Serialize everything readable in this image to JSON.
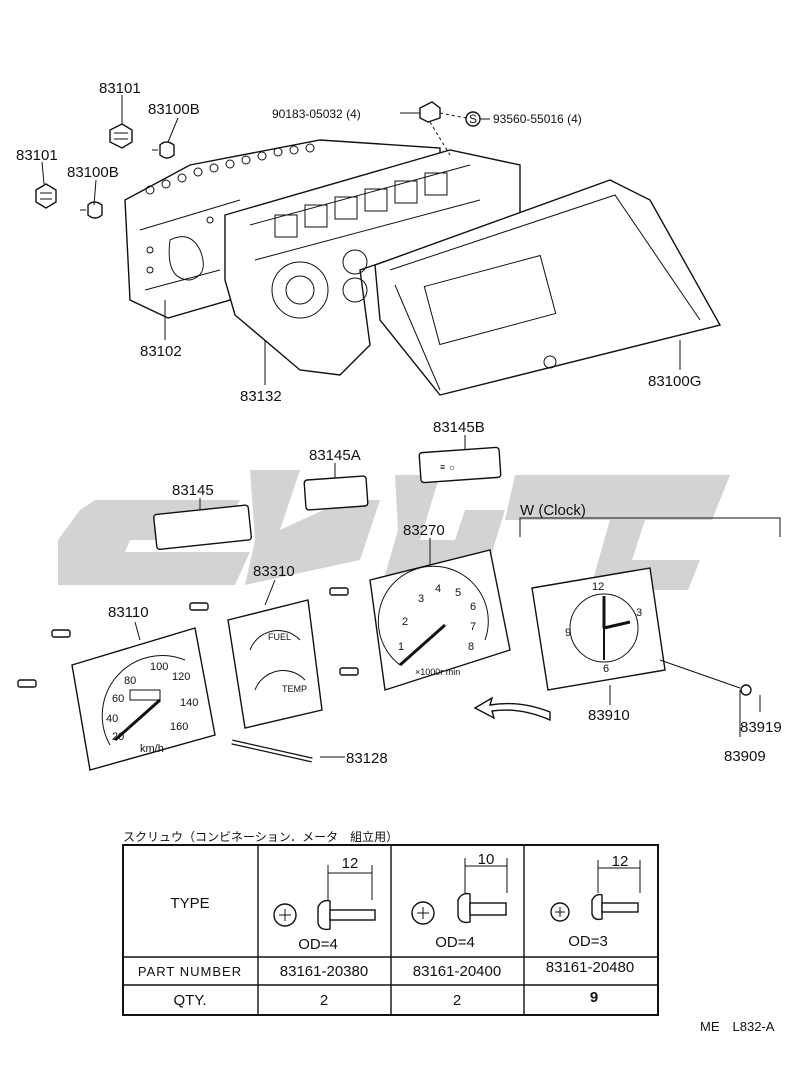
{
  "labels": {
    "p83101_a": "83101",
    "p83100b_a": "83100B",
    "p83101_b": "83101",
    "p83100b_b": "83100B",
    "p90183": "90183-05032 (4)",
    "p93560": "93560-55016 (4)",
    "p83102": "83102",
    "p83132": "83132",
    "p83100g": "83100G",
    "p83145b": "83145B",
    "p83145a": "83145A",
    "p83145": "83145",
    "p83270": "83270",
    "w_clock": "W (Clock)",
    "p83310": "83310",
    "p83110": "83110",
    "p83910": "83910",
    "p83919": "83919",
    "p83909": "83909",
    "p83128": "83128"
  },
  "gauges": {
    "speedo_ticks": [
      "20",
      "40",
      "60",
      "80",
      "100",
      "120",
      "140",
      "160"
    ],
    "speedo_unit": "km/h",
    "tacho_ticks": [
      "1",
      "2",
      "3",
      "4",
      "5",
      "6",
      "7",
      "8"
    ],
    "tacho_unit": "×1000r min",
    "fuel_label": "FUEL",
    "temp_label": "TEMP",
    "clock_ticks": [
      "12",
      "3",
      "6",
      "9"
    ]
  },
  "screw_table": {
    "caption": "スクリュウ（コンビネーション．メータ　組立用）",
    "row_type": "TYPE",
    "row_part": "PART NUMBER",
    "row_qty": "QTY.",
    "columns": [
      {
        "dim": "12",
        "od": "OD=4",
        "part": "83161-20380",
        "qty": "2"
      },
      {
        "dim": "10",
        "od": "OD=4",
        "part": "83161-20400",
        "qty": "2"
      },
      {
        "dim": "12",
        "od": "OD=3",
        "part": "83161-20480",
        "qty": "9"
      }
    ]
  },
  "footer": "ME　L832-A"
}
